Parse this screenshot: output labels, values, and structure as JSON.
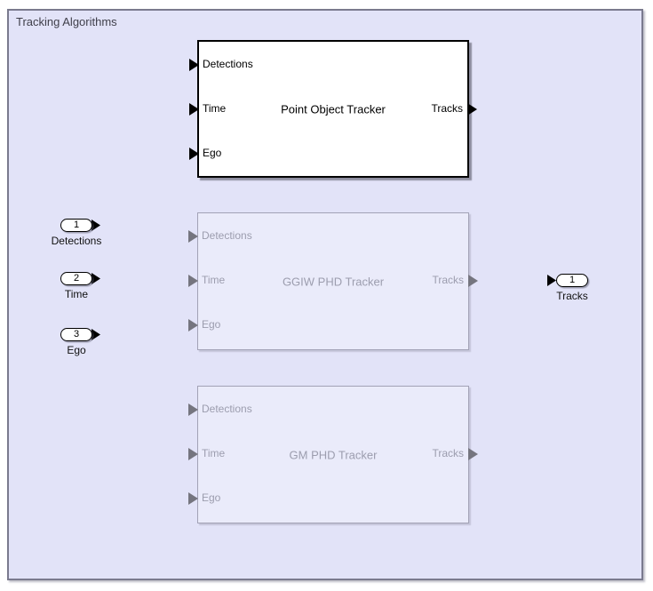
{
  "area": {
    "title": "Tracking Algorithms"
  },
  "blocks": [
    {
      "label": "Point Object Tracker",
      "state": "active",
      "inputs": [
        "Detections",
        "Time",
        "Ego"
      ],
      "output": "Tracks"
    },
    {
      "label": "GGIW PHD Tracker",
      "state": "disabled",
      "inputs": [
        "Detections",
        "Time",
        "Ego"
      ],
      "output": "Tracks"
    },
    {
      "label": "GM PHD Tracker",
      "state": "disabled",
      "inputs": [
        "Detections",
        "Time",
        "Ego"
      ],
      "output": "Tracks"
    }
  ],
  "inports": [
    {
      "number": "1",
      "label": "Detections"
    },
    {
      "number": "2",
      "label": "Time"
    },
    {
      "number": "3",
      "label": "Ego"
    }
  ],
  "outport": {
    "number": "1",
    "label": "Tracks"
  },
  "colors": {
    "canvas_bg": "#e2e3f8",
    "area_border": "#7a7a8e",
    "title_text": "#3f3f4a",
    "active_fill": "#ffffff",
    "active_border": "#000000",
    "disabled_fill": "#eaebfa",
    "disabled_border": "#a2a2b6",
    "disabled_text": "#9c9dae",
    "disabled_arrow": "#75757f"
  }
}
